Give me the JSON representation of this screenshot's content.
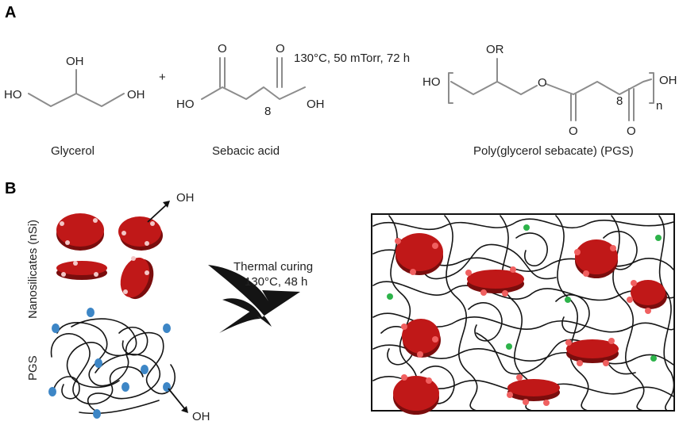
{
  "panels": {
    "a": "A",
    "b": "B"
  },
  "reaction": {
    "conditions": "130°C, 50 mTorr, 72 h",
    "plus": "+",
    "glycerol": {
      "name": "Glycerol",
      "oh_top": "OH",
      "ho_left": "HO",
      "oh_right": "OH"
    },
    "sebacic_acid": {
      "name": "Sebacic acid",
      "o1": "O",
      "o2": "O",
      "ho": "HO",
      "oh": "OH",
      "repeat": "8"
    },
    "pgs": {
      "name": "Poly(glycerol sebacate) (PGS)",
      "or": "OR",
      "ho": "HO",
      "o_link": "O",
      "o1": "O",
      "o2": "O",
      "oh": "OH",
      "repeat": "8",
      "n": "n"
    }
  },
  "panel_b": {
    "nanosilicates_label": "Nanosilicates (nSi)",
    "pgs_label": "PGS",
    "oh_top": "OH",
    "oh_bottom": "OH",
    "curing_line1": "Thermal curing",
    "curing_line2": "130°C, 48 h"
  },
  "colors": {
    "nanosilicate": "#c01818",
    "hydroxyl": "#3d86c6",
    "crosslink": "#2db34a",
    "polymer": "#151515"
  }
}
